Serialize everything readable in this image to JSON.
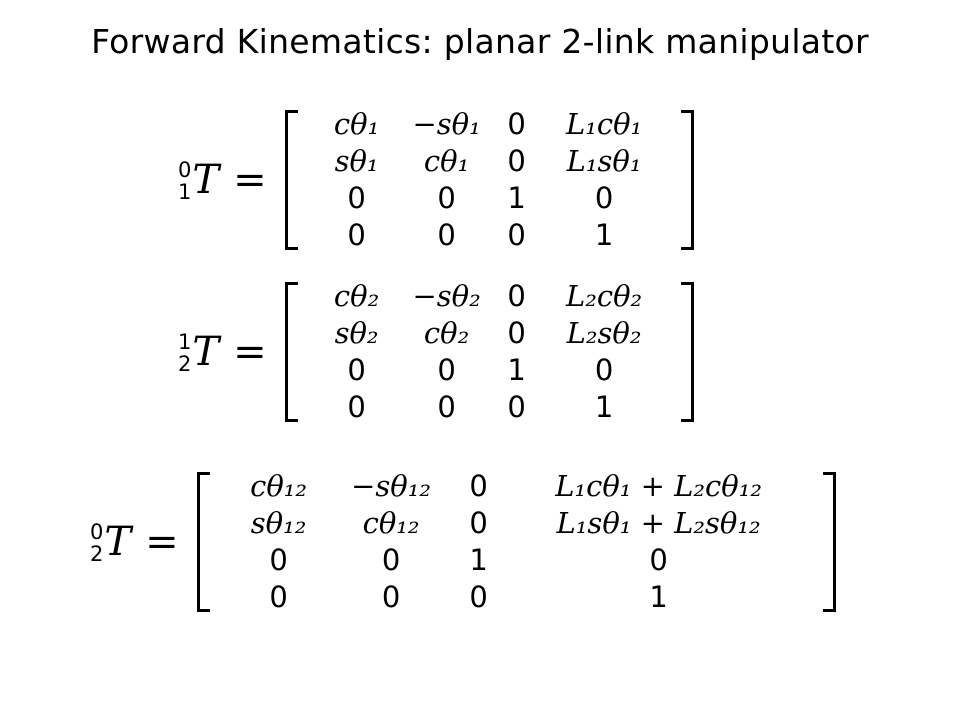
{
  "title": "Forward Kinematics: planar 2-link manipulator",
  "equations": [
    {
      "superscript": "0",
      "subscript": "1",
      "symbol": "T",
      "equals": "=",
      "rows": [
        [
          "cθ₁",
          "−sθ₁",
          "0",
          "L₁cθ₁"
        ],
        [
          "sθ₁",
          "cθ₁",
          "0",
          "L₁sθ₁"
        ],
        [
          "0",
          "0",
          "1",
          "0"
        ],
        [
          "0",
          "0",
          "0",
          "1"
        ]
      ]
    },
    {
      "superscript": "1",
      "subscript": "2",
      "symbol": "T",
      "equals": "=",
      "rows": [
        [
          "cθ₂",
          "−sθ₂",
          "0",
          "L₂cθ₂"
        ],
        [
          "sθ₂",
          "cθ₂",
          "0",
          "L₂sθ₂"
        ],
        [
          "0",
          "0",
          "1",
          "0"
        ],
        [
          "0",
          "0",
          "0",
          "1"
        ]
      ]
    },
    {
      "superscript": "0",
      "subscript": "2",
      "symbol": "T",
      "equals": "=",
      "rows": [
        [
          "cθ₁₂",
          "−sθ₁₂",
          "0",
          "L₁cθ₁ + L₂cθ₁₂"
        ],
        [
          "sθ₁₂",
          "cθ₁₂",
          "0",
          "L₁sθ₁ + L₂sθ₁₂"
        ],
        [
          "0",
          "0",
          "1",
          "0"
        ],
        [
          "0",
          "0",
          "0",
          "1"
        ]
      ]
    }
  ]
}
